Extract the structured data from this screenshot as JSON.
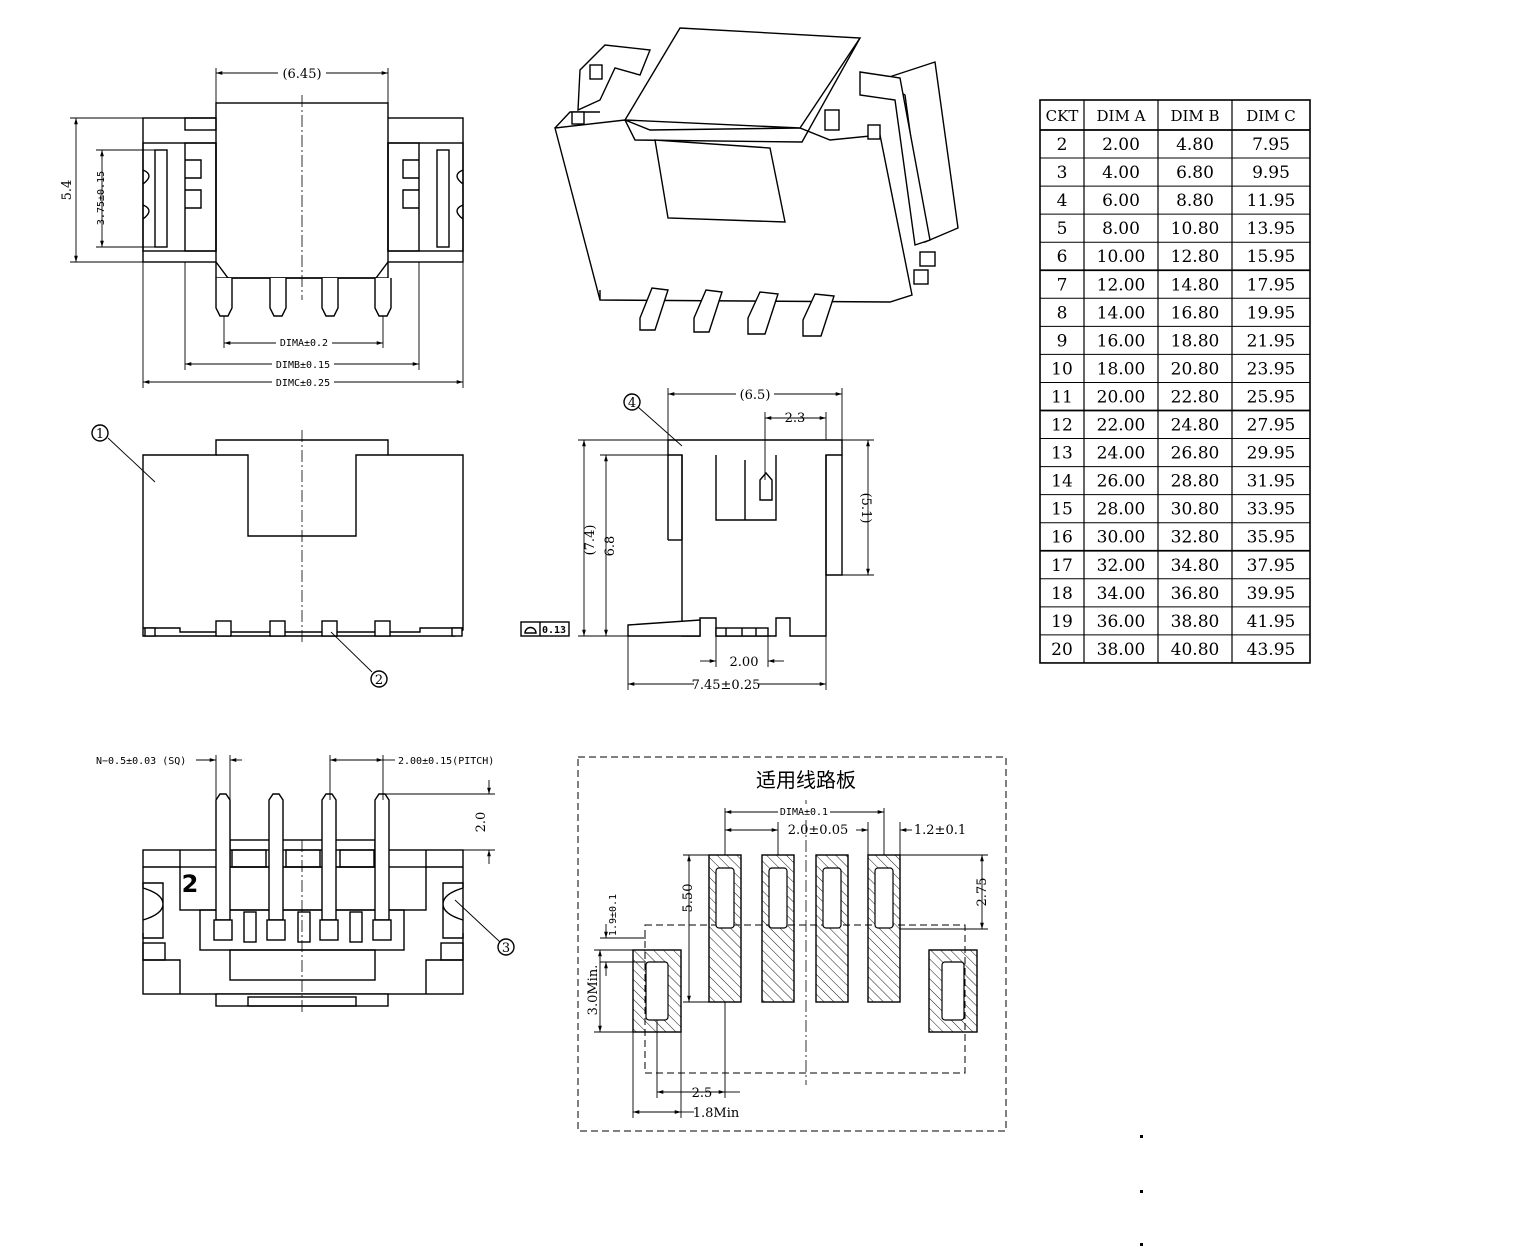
{
  "top_view": {
    "dim_width": "(6.45)",
    "dim_height": "5.4",
    "dim_inner": "3.75±0.15",
    "dim_a": "DIMA±0.2",
    "dim_b": "DIMB±0.15",
    "dim_c": "DIMC±0.25"
  },
  "side_view": {
    "dim_depth": "(6.5)",
    "dim_offset": "2.3",
    "dim_total_height": "(7.4)",
    "dim_height": "6.8",
    "dim_right_height": "(5.1)",
    "dim_pitch": "2.00",
    "dim_length": "7.45±0.25",
    "coplanarity": "0.13"
  },
  "bottom_view": {
    "dim_pin": "N−0.5±0.03 (SQ)",
    "dim_pitch": "2.00±0.15(PITCH)",
    "dim_pin_length": "2.0",
    "pin_marker": "2"
  },
  "callouts": [
    "1",
    "2",
    "3",
    "4"
  ],
  "pcb_layout": {
    "title": "适用线路板",
    "dim_a": "DIMA±0.1",
    "dim_pitch": "2.0±0.05",
    "dim_pad_width": "1.2±0.1",
    "dim_pad_length": "5.50",
    "dim_pad_offset": "2.75",
    "dim_slot": "1.9±0.1",
    "dim_tab_length": "3.0Min.",
    "dim_tab_gap": "2.5",
    "dim_tab_width": "1.8Min"
  },
  "dimension_table": {
    "headers": [
      "CKT",
      "DIM A",
      "DIM B",
      "DIM C"
    ],
    "rows": [
      [
        "2",
        "2.00",
        "4.80",
        "7.95"
      ],
      [
        "3",
        "4.00",
        "6.80",
        "9.95"
      ],
      [
        "4",
        "6.00",
        "8.80",
        "11.95"
      ],
      [
        "5",
        "8.00",
        "10.80",
        "13.95"
      ],
      [
        "6",
        "10.00",
        "12.80",
        "15.95"
      ],
      [
        "7",
        "12.00",
        "14.80",
        "17.95"
      ],
      [
        "8",
        "14.00",
        "16.80",
        "19.95"
      ],
      [
        "9",
        "16.00",
        "18.80",
        "21.95"
      ],
      [
        "10",
        "18.00",
        "20.80",
        "23.95"
      ],
      [
        "11",
        "20.00",
        "22.80",
        "25.95"
      ],
      [
        "12",
        "22.00",
        "24.80",
        "27.95"
      ],
      [
        "13",
        "24.00",
        "26.80",
        "29.95"
      ],
      [
        "14",
        "26.00",
        "28.80",
        "31.95"
      ],
      [
        "15",
        "28.00",
        "30.80",
        "33.95"
      ],
      [
        "16",
        "30.00",
        "32.80",
        "35.95"
      ],
      [
        "17",
        "32.00",
        "34.80",
        "37.95"
      ],
      [
        "18",
        "34.00",
        "36.80",
        "39.95"
      ],
      [
        "19",
        "36.00",
        "38.80",
        "41.95"
      ],
      [
        "20",
        "38.00",
        "40.80",
        "43.95"
      ]
    ]
  }
}
